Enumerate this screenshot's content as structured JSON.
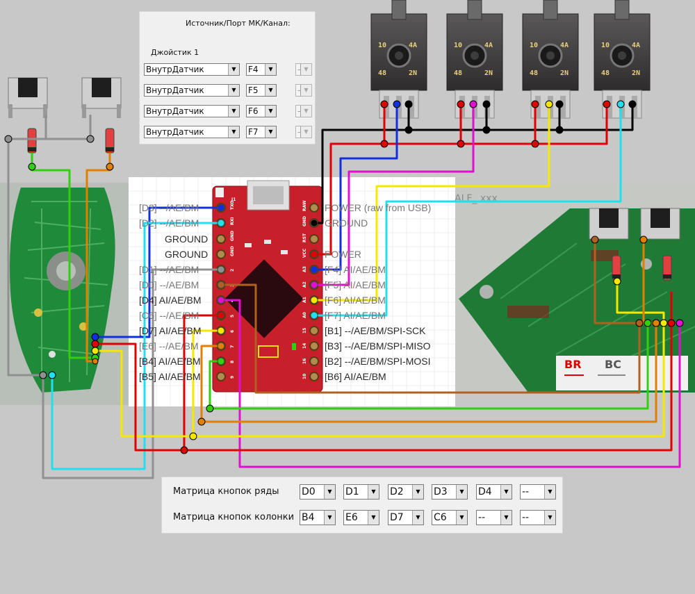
{
  "source_panel": {
    "title": "Источник/Порт МК/Канал:",
    "group_label": "Джойстик 1",
    "rows": [
      {
        "source": "ВнутрДатчик",
        "port": "F4",
        "channel": "--"
      },
      {
        "source": "ВнутрДатчик",
        "port": "F5",
        "channel": "--"
      },
      {
        "source": "ВнутрДатчик",
        "port": "F6",
        "channel": "--"
      },
      {
        "source": "ВнутрДатчик",
        "port": "F7",
        "channel": "--"
      }
    ]
  },
  "matrix_panel": {
    "rows_label": "Матрица кнопок ряды",
    "cols_label": "Матрица кнопок колонки",
    "rows_values": [
      "D0",
      "D1",
      "D2",
      "D3",
      "D4",
      "--"
    ],
    "cols_values": [
      "B4",
      "E6",
      "D7",
      "C6",
      "--",
      "--"
    ]
  },
  "board": {
    "label": "J1",
    "left_pin_codes": [
      "TXO",
      "RXI",
      "GND",
      "GND",
      "2",
      "3",
      "4",
      "5",
      "6",
      "7",
      "8",
      "9"
    ],
    "right_pin_codes": [
      "RAW",
      "GND",
      "RST",
      "VCC",
      "A3",
      "A2",
      "A1",
      "A0",
      "15",
      "14",
      "16",
      "10"
    ],
    "left_labels": [
      "[D3] --/AE/BM",
      "[D2] --/AE/BM",
      "GROUND",
      "GROUND",
      "[D1] --/AE/BM",
      "[D0] --/AE/BM",
      "[D4] AI/AE/BM",
      "[C6] --/AE/BM",
      "[D7] AI/AE/BM",
      "[E6] --/AE/BM",
      "[B4] AI/AE/BM",
      "[B5] AI/AE/BM"
    ],
    "right_labels": [
      "POWER (raw from USB)",
      "GROUND",
      "",
      "POWER",
      "[F4] AI/AE/BM",
      "[F5] AI/AE/BM",
      "[F6] AI/AE/BM",
      "[F7] AI/AE/BM",
      "[B1] --/AE/BM/SPI-SCK",
      "[B3] --/AE/BM/SPI-MISO",
      "[B2] --/AE/BM/SPI-MOSI",
      "[B6] AI/AE/BM"
    ]
  },
  "potentiometers": [
    {
      "marks": [
        "10",
        "4A",
        "48",
        "2N"
      ]
    },
    {
      "marks": [
        "10",
        "4A",
        "48",
        "2N"
      ]
    },
    {
      "marks": [
        "10",
        "4A",
        "48",
        "2N"
      ]
    },
    {
      "marks": [
        "10",
        "4A",
        "48",
        "2N"
      ]
    }
  ],
  "pcb_right": {
    "title": "ALF_ xxx",
    "label_br": "BR",
    "label_bc": "BC"
  },
  "colors": {
    "red": "#e00000",
    "blue": "#1030e0",
    "black": "#000000",
    "magenta": "#e010d0",
    "yellow": "#f5e800",
    "cyan": "#20e0f0",
    "green": "#30d010",
    "orange": "#e08000",
    "brown": "#b06020",
    "gray": "#909090",
    "board": "#c8202a",
    "pcb": "#1f8a3a"
  }
}
